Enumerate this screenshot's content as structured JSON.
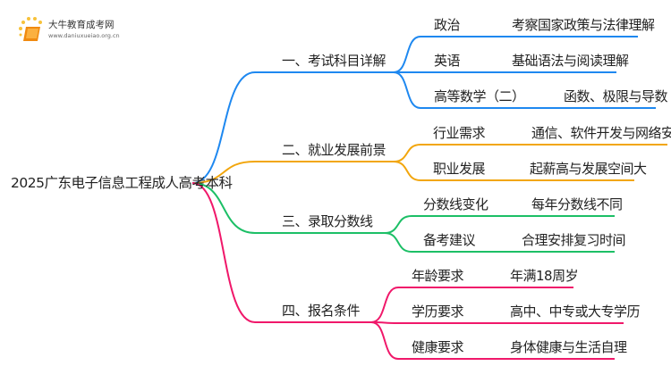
{
  "logo": {
    "title": "大牛教育成考网",
    "url": "www.daniuxueiao.org.cn"
  },
  "root": "2025广东电子信息工程成人高考本科",
  "branches": [
    {
      "label": "一、考试科目详解",
      "color": "#1e88f0",
      "items": [
        [
          "政治",
          "考察国家政策与法律理解"
        ],
        [
          "英语",
          "基础语法与阅读理解"
        ],
        [
          "高等数学（二）",
          "函数、极限与导数"
        ]
      ]
    },
    {
      "label": "二、就业发展前景",
      "color": "#f2a60d",
      "items": [
        [
          "行业需求",
          "通信、软件开发与网络安全"
        ],
        [
          "职业发展",
          "起薪高与发展空间大"
        ]
      ]
    },
    {
      "label": "三、录取分数线",
      "color": "#1cbf66",
      "items": [
        [
          "分数线变化",
          "每年分数线不同"
        ],
        [
          "备考建议",
          "合理安排复习时间"
        ]
      ]
    },
    {
      "label": "四、报名条件",
      "color": "#f0186a",
      "items": [
        [
          "年龄要求",
          "年满18周岁"
        ],
        [
          "学历要求",
          "高中、中专或大专学历"
        ],
        [
          "健康要求",
          "身体健康与生活自理"
        ]
      ]
    }
  ]
}
